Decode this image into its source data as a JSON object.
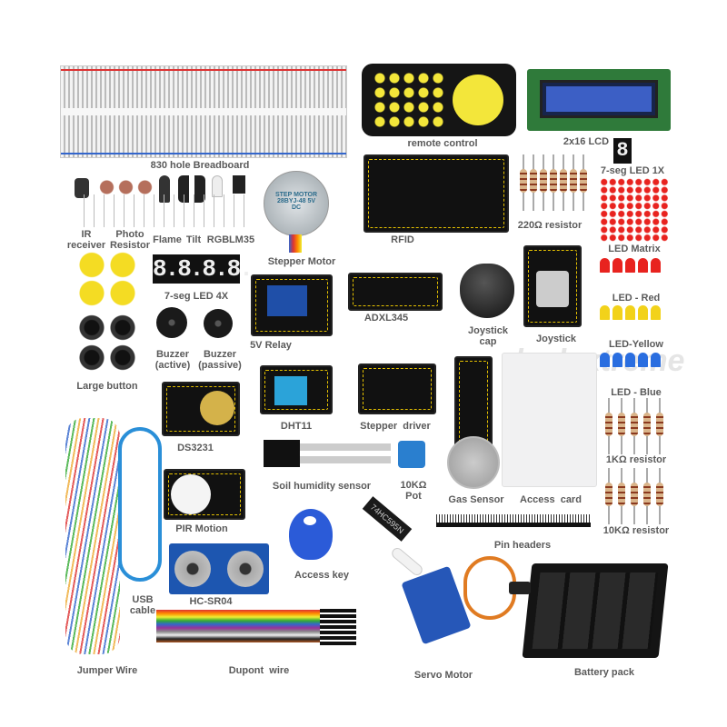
{
  "watermark": "dealextreme",
  "labels": {
    "breadboard": "830 hole Breadboard",
    "remote": "remote control",
    "lcd": "2x16 LCD",
    "seg1": "7-seg LED 1X",
    "ir": "IR\nreceiver",
    "photo": "Photo\nResistor",
    "flame": "Flame",
    "tilt": "Tilt",
    "rgb": "RGB",
    "lm35": "LM35",
    "stepper_motor": "Stepper Motor",
    "rfid": "RFID",
    "r220": "220Ω resistor",
    "matrix": "LED Matrix",
    "seg4": "7-seg LED 4X",
    "relay": "5V Relay",
    "adxl": "ADXL345",
    "joy_cap": "Joystick\ncap",
    "joystick": "Joystick",
    "led_red": "LED - Red",
    "led_yellow": "LED-Yellow",
    "led_blue": "LED - Blue",
    "buzzer_active": "Buzzer\n(active)",
    "buzzer_passive": "Buzzer\n(passive)",
    "large_button": "Large button",
    "ds3231": "DS3231",
    "dht11": "DHT11",
    "stepper_driver": "Stepper  driver",
    "r1k": "1KΩ resistor",
    "soil": "Soil humidity sensor",
    "pot": "10KΩ\nPot",
    "gas": "Gas Sensor",
    "card": "Access  card",
    "pir": "PIR Motion",
    "r10k": "10KΩ resistor",
    "chip": "74HC595N",
    "pin_headers": "Pin headers",
    "usb": "USB\ncable",
    "hcsr04": "HC-SR04",
    "access_key": "Access key",
    "jumper": "Jumper Wire",
    "dupont": "Dupont  wire",
    "servo": "Servo Motor",
    "battery": "Battery pack"
  },
  "stepper_print": "STEP MOTOR 28BYJ-48 5V DC",
  "seg4_digits": "8.8.8.8.",
  "seg1_digit": "8",
  "colors": {
    "pcb": "#111111",
    "silk": "#e5c100",
    "relay": "#1f4fa8",
    "dht": "#2ba3d9",
    "led_red": "#e8231f",
    "led_yellow": "#f2d21a",
    "led_blue": "#2a6ee0",
    "knob": "#f4dc23"
  }
}
